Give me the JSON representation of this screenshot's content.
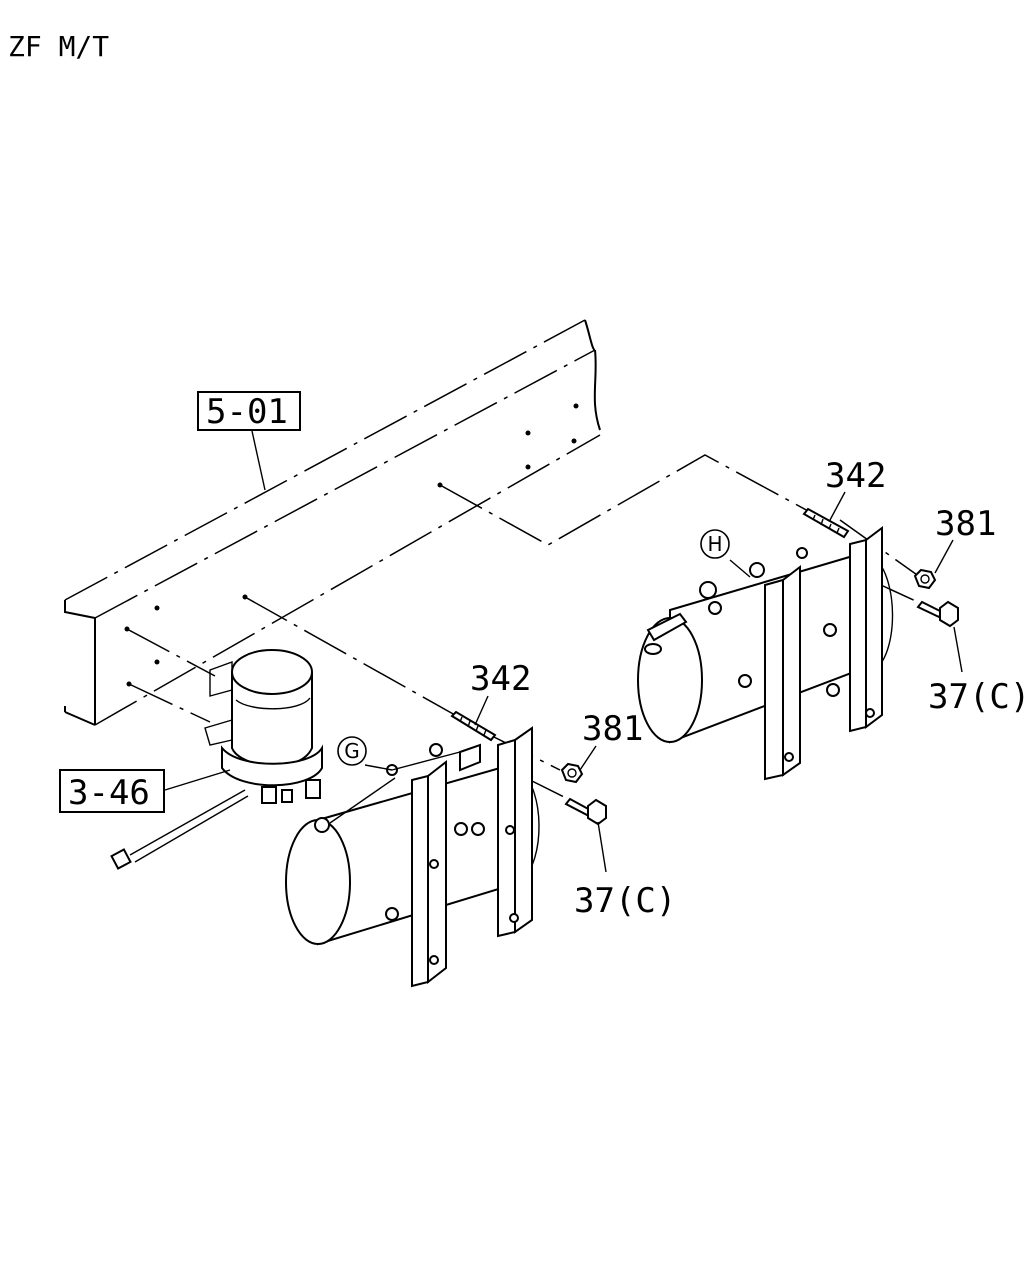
{
  "header": {
    "title": "ZF  M/T"
  },
  "callouts": {
    "frame_ref": "5-01",
    "dryer_ref": "3-46",
    "stud_left": "342",
    "stud_right": "342",
    "nut_left": "381",
    "nut_right": "381",
    "bolt_left": "37(C)",
    "bolt_right": "37(C)",
    "circle_g": "G",
    "circle_h": "H"
  },
  "colors": {
    "line": "#000000",
    "background": "#ffffff"
  }
}
